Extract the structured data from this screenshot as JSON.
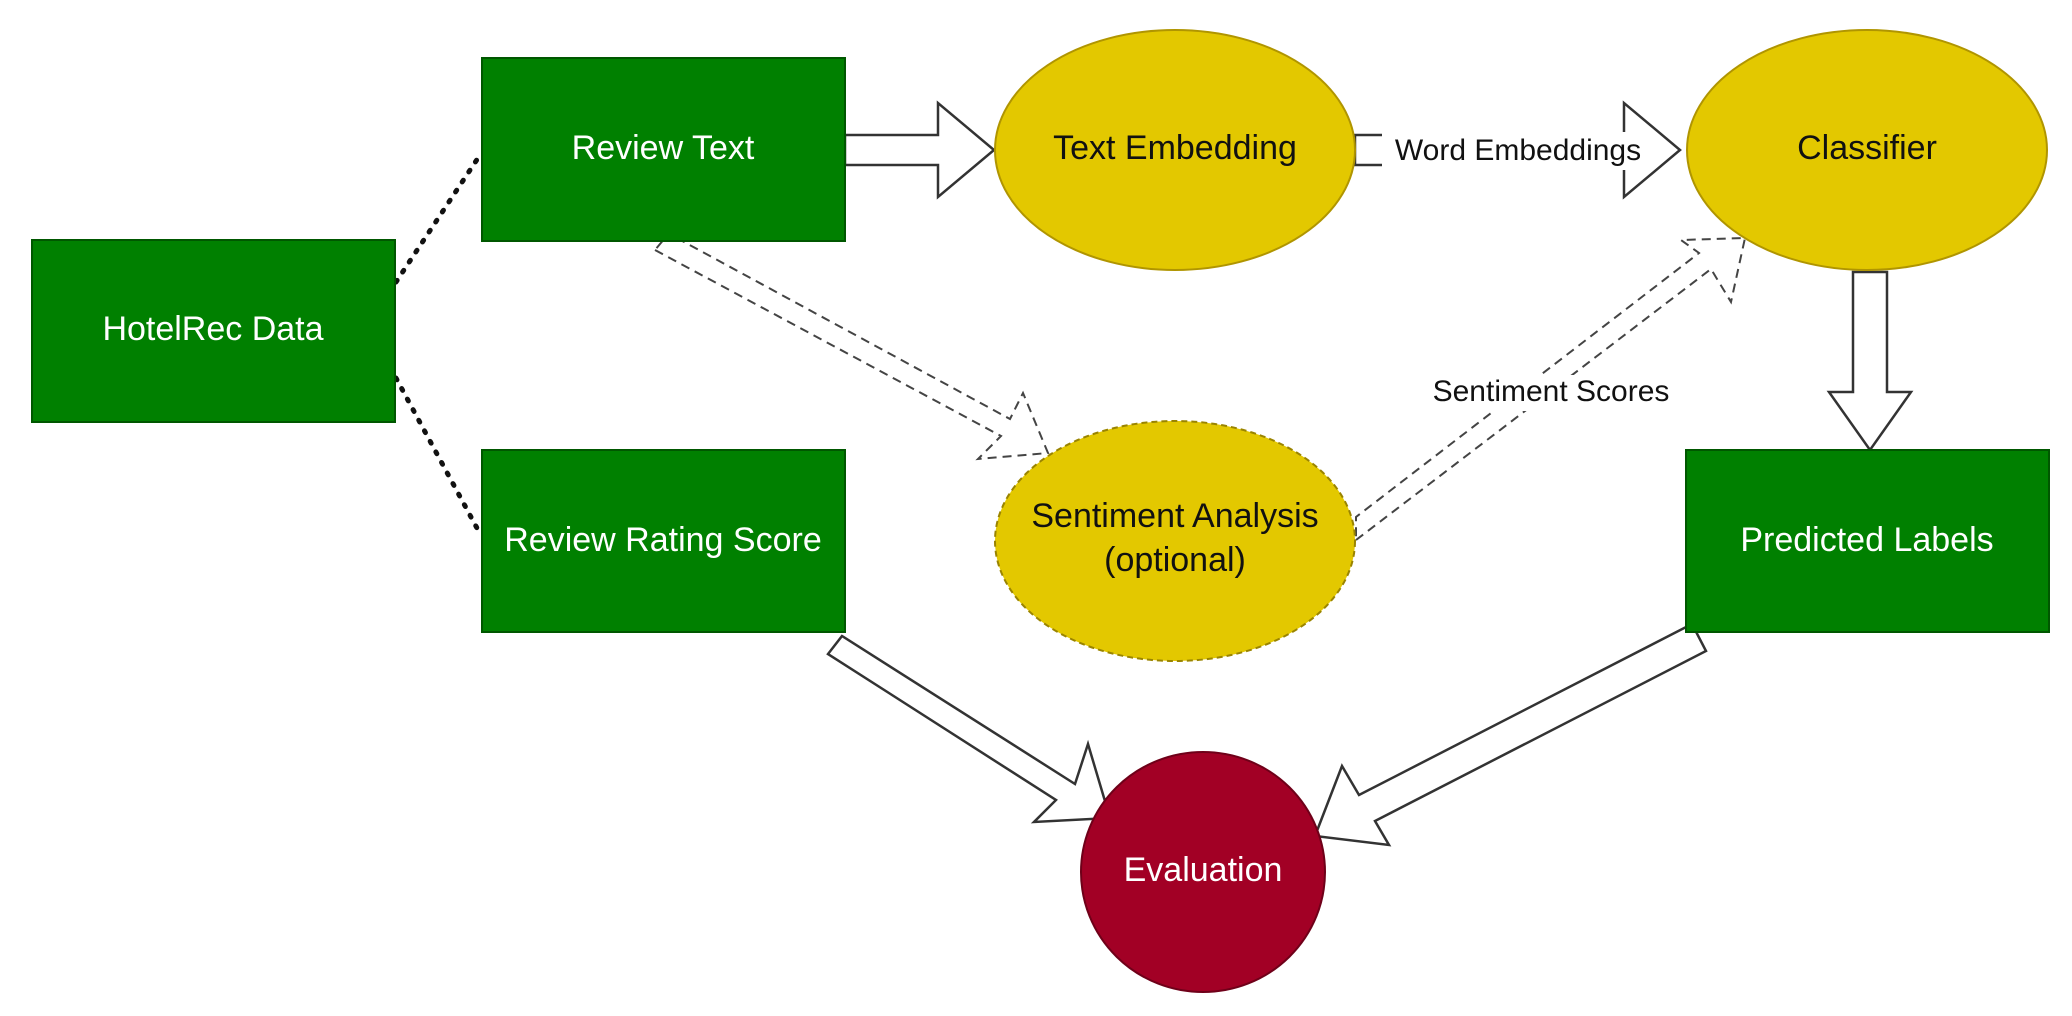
{
  "diagram": {
    "nodes": {
      "hotelrec": {
        "label": "HotelRec Data"
      },
      "review_text": {
        "label": "Review Text"
      },
      "review_rating": {
        "label": "Review Rating Score"
      },
      "text_embedding": {
        "label": "Text Embedding"
      },
      "sentiment": {
        "label_line1": "Sentiment Analysis",
        "label_line2": "(optional)"
      },
      "classifier": {
        "label": "Classifier"
      },
      "predicted": {
        "label": "Predicted Labels"
      },
      "evaluation": {
        "label": "Evaluation"
      }
    },
    "edges": {
      "word_embeddings": {
        "label": "Word Embeddings"
      },
      "sentiment_scores": {
        "label": "Sentiment Scores"
      }
    },
    "colors": {
      "data_box": "#008000",
      "process_ellipse": "#e3c800",
      "evaluation_circle": "#a20025",
      "arrow_fill": "#ffffff",
      "arrow_stroke": "#333333"
    }
  }
}
